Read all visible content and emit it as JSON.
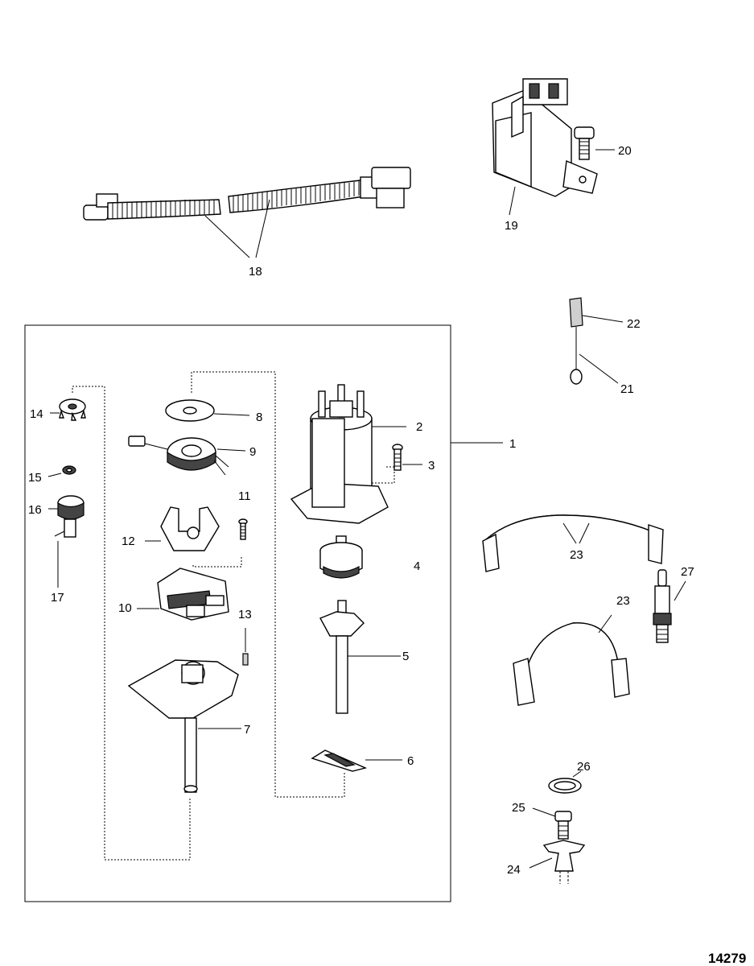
{
  "callouts": {
    "c1": "1",
    "c2": "2",
    "c3": "3",
    "c4": "4",
    "c5": "5",
    "c6": "6",
    "c7": "7",
    "c8": "8",
    "c9": "9",
    "c10": "10",
    "c11": "11",
    "c12": "12",
    "c13": "13",
    "c14": "14",
    "c15": "15",
    "c16": "16",
    "c17": "17",
    "c18": "18",
    "c19": "19",
    "c20": "20",
    "c21": "21",
    "c22": "22",
    "c23a": "23",
    "c23b": "23",
    "c24": "24",
    "c25": "25",
    "c26": "26",
    "c27": "27"
  },
  "document_number": "14279"
}
